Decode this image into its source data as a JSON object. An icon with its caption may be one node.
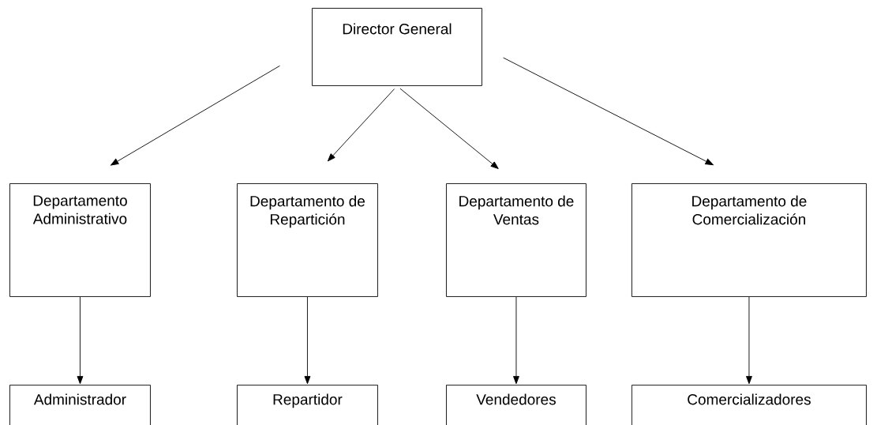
{
  "diagram": {
    "nodes": [
      {
        "text": [
          "Director General"
        ]
      },
      {
        "text": [
          "Departamento Administrativo"
        ]
      },
      {
        "text": [
          "Departamento de Repartición"
        ]
      },
      {
        "text": [
          "Departamento de Ventas"
        ]
      },
      {
        "text": [
          "Departamento de Comercialización"
        ]
      },
      {
        "text": [
          "Administrador"
        ]
      },
      {
        "text": [
          "Repartidor"
        ]
      },
      {
        "text": [
          "Vendedores"
        ]
      },
      {
        "text": [
          "Comercializadores"
        ]
      }
    ],
    "edges": [
      {
        "from": 0,
        "to": 1,
        "arrow": "to"
      },
      {
        "from": 0,
        "to": 2,
        "arrow": "to"
      },
      {
        "from": 0,
        "to": 3,
        "arrow": "to"
      },
      {
        "from": 0,
        "to": 4,
        "arrow": "to"
      },
      {
        "from": 1,
        "to": 5,
        "arrow": "to"
      },
      {
        "from": 2,
        "to": 6,
        "arrow": "to"
      },
      {
        "from": 3,
        "to": 7,
        "arrow": "to"
      },
      {
        "from": 4,
        "to": 8,
        "arrow": "to"
      }
    ]
  }
}
